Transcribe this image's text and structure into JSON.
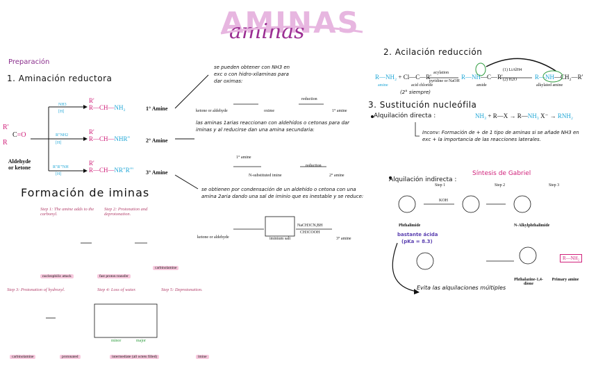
{
  "title": {
    "main": "AMINAS",
    "script": "aminas"
  },
  "preparacion": "Preparación",
  "aminacion": "1. Aminación reductora",
  "formacion": "Formación de iminas",
  "acilacion": "2. Acilación reducción",
  "sustitucion": "3. Sustitución nucleófila",
  "alquil_directa": "Alquilación directa :",
  "alquil_indirecta": "Alquilación indirecta :",
  "gabriel": "Síntesis de Gabriel",
  "bastante_acida": "bastante ácida",
  "pka": "(pKa = 8.3)",
  "evita": "Evita las alquilaciones múltiples",
  "notes": {
    "n1": "se pueden obtener con NH3 en exc o con hidro-xilaminas para dar oximas:",
    "n2": "las aminas 1arias reaccionan con aldehídos o cetonas para dar iminas y al reducirse dan una amina secundaria:",
    "n3": "se obtienen por condensación de un aldehído o cetona con una amina 2aria dando una sal de iminio que es inestable y se reduce:",
    "inconv": "Inconv: Formación de + de 1 tipo de aminas si se añade NH3 en exc + la importancia de las reacciones laterales.",
    "siempre": "(2° siempre)"
  },
  "amine_classes": [
    "1° Amine",
    "2° Amine",
    "3° Amine"
  ],
  "reagents": {
    "r1": "NH3",
    "r1b": "[H]",
    "r2": "R\"NH2",
    "r2b": "[H]",
    "r3": "R\"R\"'NH",
    "r3b": "[H]",
    "reduction": "reduction",
    "amine1": "1° amine",
    "amine2": "2° amine",
    "acylation": "acylation",
    "pyridine": "pyridine or NaOH",
    "lialh4": "(1) LiAlH4",
    "h2o": "(2) H2O",
    "koh": "KOH",
    "nabh": "NaCH3CN,BH",
    "ch3cooh": "CH3COOH"
  },
  "labels": {
    "aldehyde": "Aldehyde or ketone",
    "ketone_or_aldehyde": "ketone or aldehyde",
    "oxime": "oxime",
    "n_imine": "N-substituted imine",
    "iminium": "iminium salt",
    "amine3": "3° amine",
    "acid_chloride": "acid chloride",
    "amide": "amide",
    "alkylated": "alkylated amine",
    "amine": "amine",
    "phthalimide": "Phthalimide",
    "n_alkyl": "N-Alkylphthalimide",
    "phthalazine": "Phthalazine-1,4-dione",
    "primary": "Primary amine",
    "carbinolamine": "carbinolamine",
    "protonated": "protonated",
    "intermediate": "intermediate (all octets filled)",
    "imine": "imine",
    "nucleophilic": "nucleophilic attack",
    "fast_proton": "fast proton transfer",
    "minor": "minor",
    "major": "major"
  },
  "steps": {
    "s1": "Step 1: The amine adds to the carbonyl.",
    "s2": "Step 2: Protonation and deprotonation.",
    "s3": "Step 3: Protonation of hydroxyl.",
    "s4": "Step 4: Loss of water.",
    "s5": "Step 5: Deprotonation.",
    "g1": "Step 1",
    "g2": "Step 2",
    "g3": "Step 3"
  },
  "colors": {
    "cyan": "#1ea6d6",
    "magenta": "#d0207a",
    "purple": "#8a2e8c",
    "pink": "#f7c8dd"
  }
}
